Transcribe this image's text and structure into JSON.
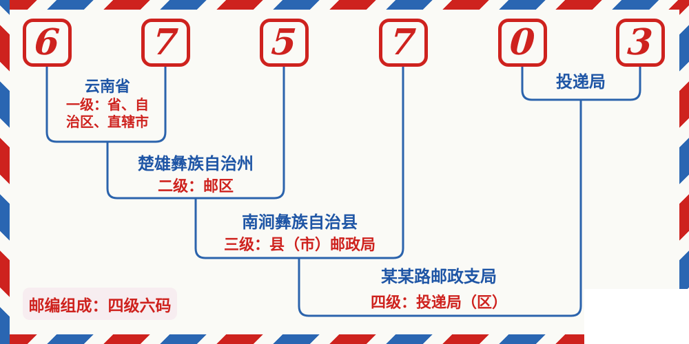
{
  "postal_code": {
    "digits": [
      "6",
      "7",
      "5",
      "7",
      "0",
      "3"
    ]
  },
  "levels": [
    {
      "name": "云南省",
      "desc": "一级：省、自治区、直辖市"
    },
    {
      "name": "楚雄彝族自治州",
      "desc": "二级：邮区"
    },
    {
      "name": "南涧彝族自治县",
      "desc": "三级：县（市）邮政局"
    },
    {
      "name": "某某路邮政支局",
      "desc": "四级：投递局（区）"
    }
  ],
  "delivery_office_label": "投递局",
  "footer_badge": "邮编组成：四级六码",
  "colors": {
    "red": "#ce221e",
    "stripe_blue": "#2a66b2",
    "blue_text": "#1e55a5",
    "line_blue": "#2b63ac",
    "badge_bg": "#f7edf0",
    "background": "#fafaf6"
  }
}
